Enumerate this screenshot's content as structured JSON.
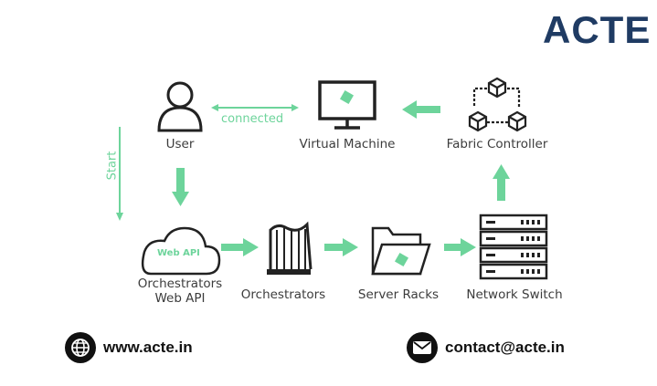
{
  "brand": {
    "logo_text": "ACTE"
  },
  "diagram": {
    "nodes": {
      "user": "User",
      "virtual_machine": "Virtual Machine",
      "fabric_controller": "Fabric Controller",
      "orchestrators_web_api_line1": "Orchestrators",
      "orchestrators_web_api_line2": "Web API",
      "web_api_badge": "Web API",
      "orchestrators": "Orchestrators",
      "server_racks": "Server Racks",
      "network_switch": "Network Switch"
    },
    "edges": {
      "connected": "connected",
      "start": "Start"
    }
  },
  "footer": {
    "website": "www.acte.in",
    "email": "contact@acte.in"
  },
  "colors": {
    "accent_green": "#6dd49b",
    "icon_dark": "#222222",
    "logo_blue": "#1f3b63"
  }
}
